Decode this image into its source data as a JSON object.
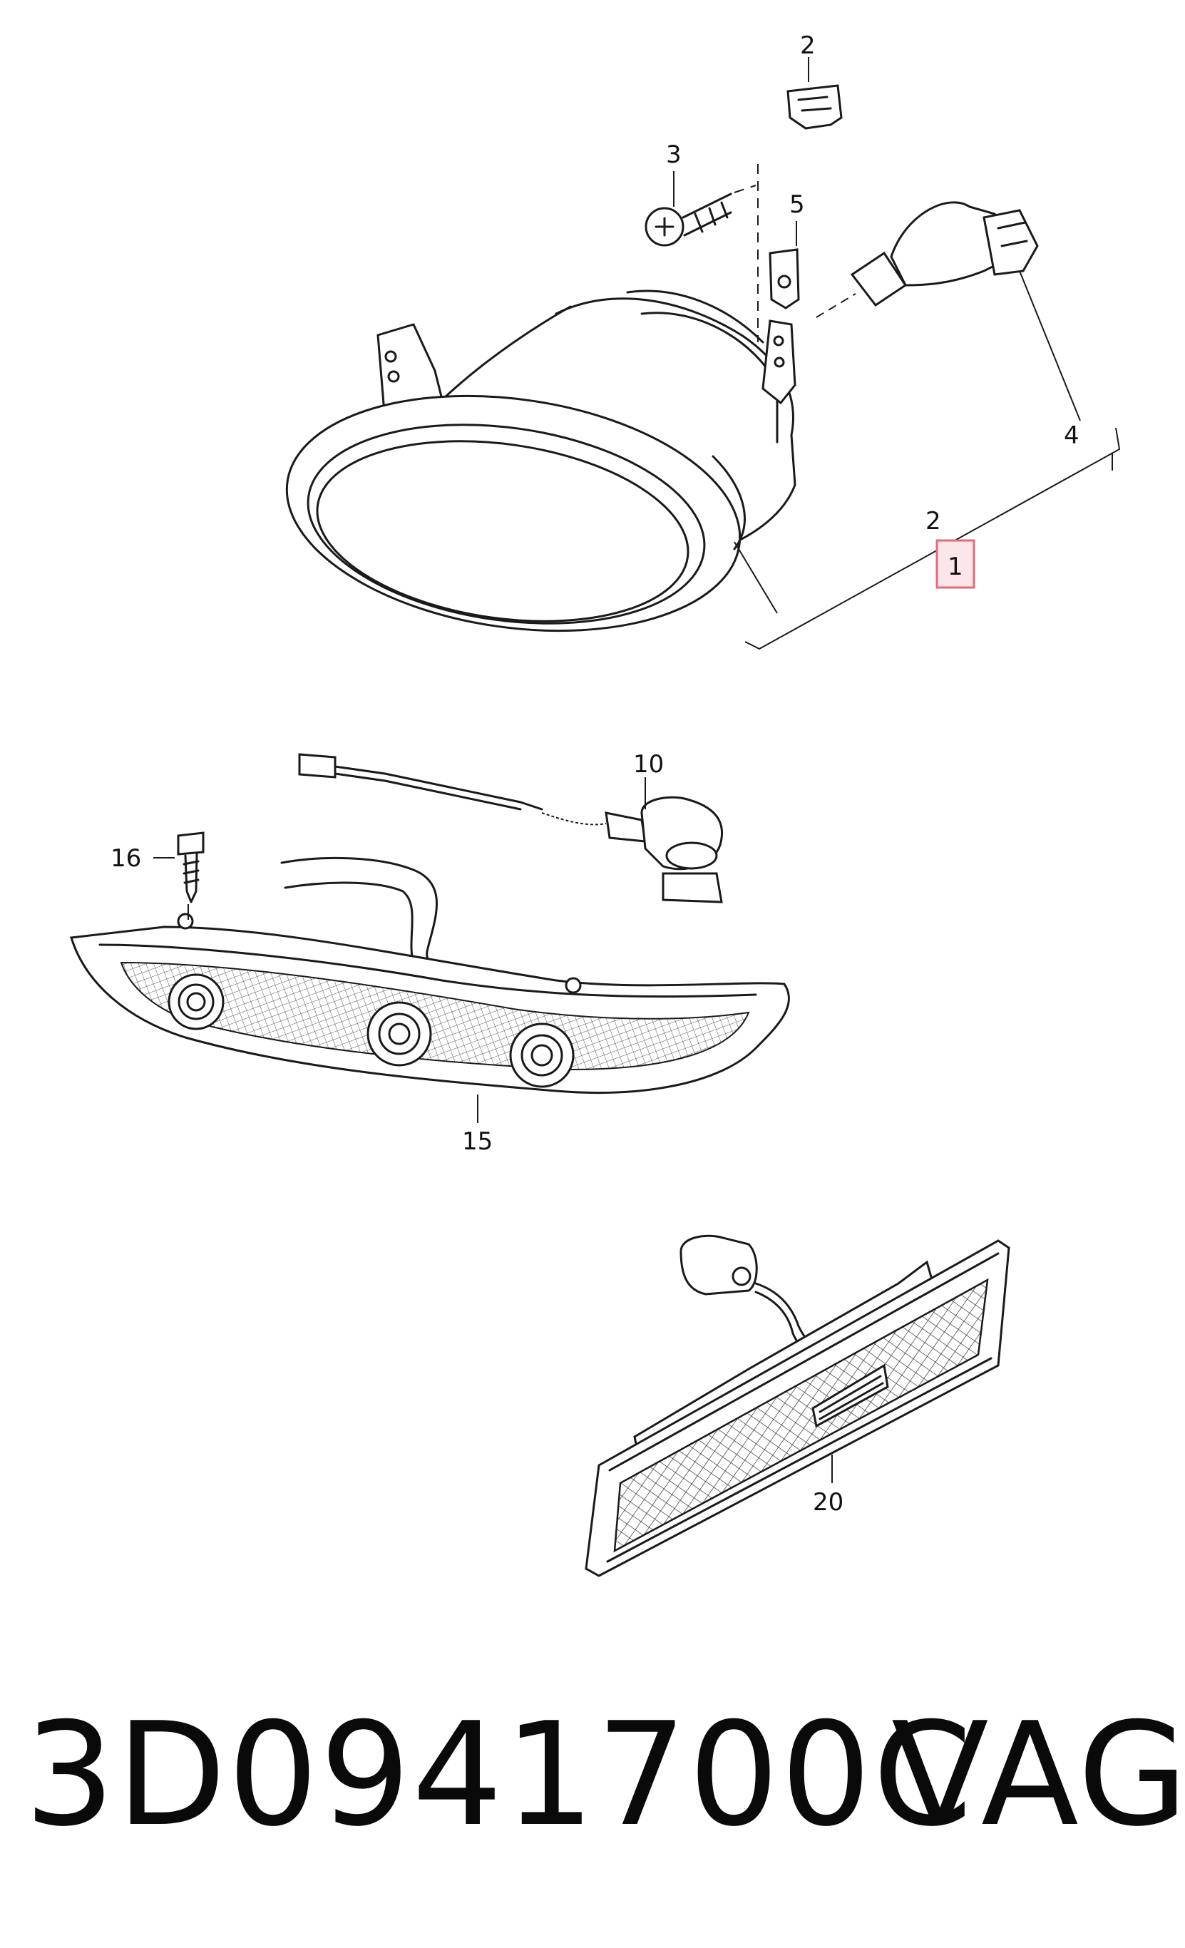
{
  "labels": {
    "l1": "1",
    "l2_top": "2",
    "l2_right": "2",
    "l3": "3",
    "l4": "4",
    "l5": "5",
    "l10": "10",
    "l15": "15",
    "l16": "16",
    "l20": "20"
  },
  "caption": {
    "part_number": "3D0941700C",
    "brand": "VAG"
  },
  "colors": {
    "highlight_border": "#e36b78",
    "highlight_fill": "#fbe7e9",
    "line": "#1a1a1a"
  }
}
